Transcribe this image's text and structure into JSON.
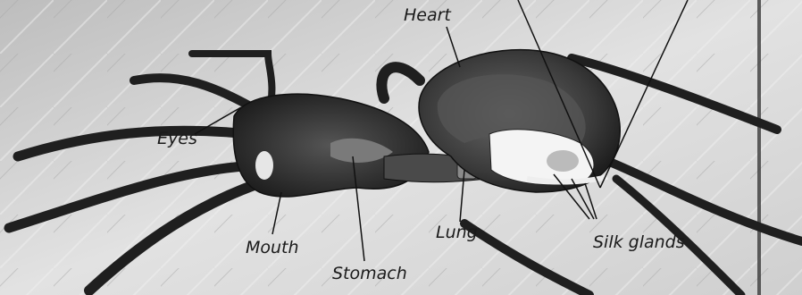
{
  "labels": {
    "heart": "Heart",
    "eyes": "Eyes",
    "mouth": "Mouth",
    "stomach": "Stomach",
    "lung": "Lung",
    "silk_glands": "Silk glands"
  },
  "colors": {
    "background": "#d8d8d8",
    "body_dark": "#2b2b2b",
    "body_mid": "#5a5a5a",
    "organ_light": "#f4f4f4",
    "line": "#111111"
  }
}
